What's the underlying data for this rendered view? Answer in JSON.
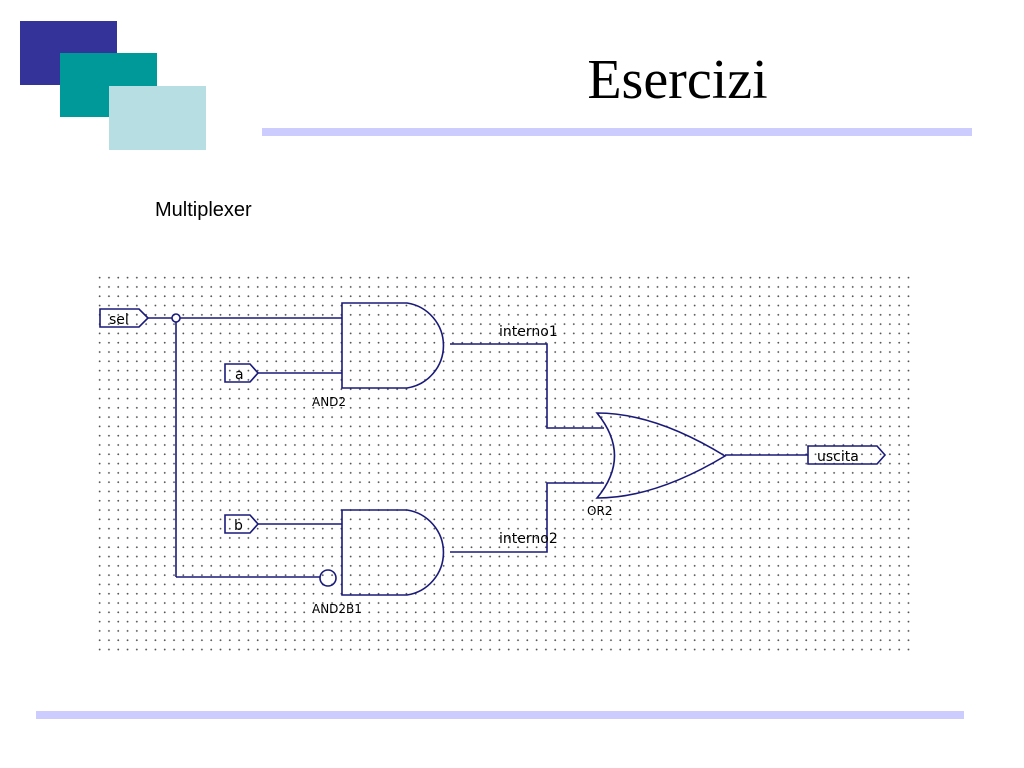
{
  "slide": {
    "title": "Esercizi",
    "subtitle": "Multiplexer",
    "colors": {
      "square_dark": "#333399",
      "square_teal": "#009999",
      "square_light": "#b7dfe3",
      "rule": "#ccccff",
      "wire": "#1a1a7a"
    }
  },
  "schematic": {
    "ports": {
      "sel": "sel",
      "a": "a",
      "b": "b",
      "output": "uscita"
    },
    "gates": {
      "and_top": "AND2",
      "and_bottom": "AND2B1",
      "or": "OR2"
    },
    "nets": {
      "top": "interno1",
      "bottom": "interno2"
    }
  }
}
